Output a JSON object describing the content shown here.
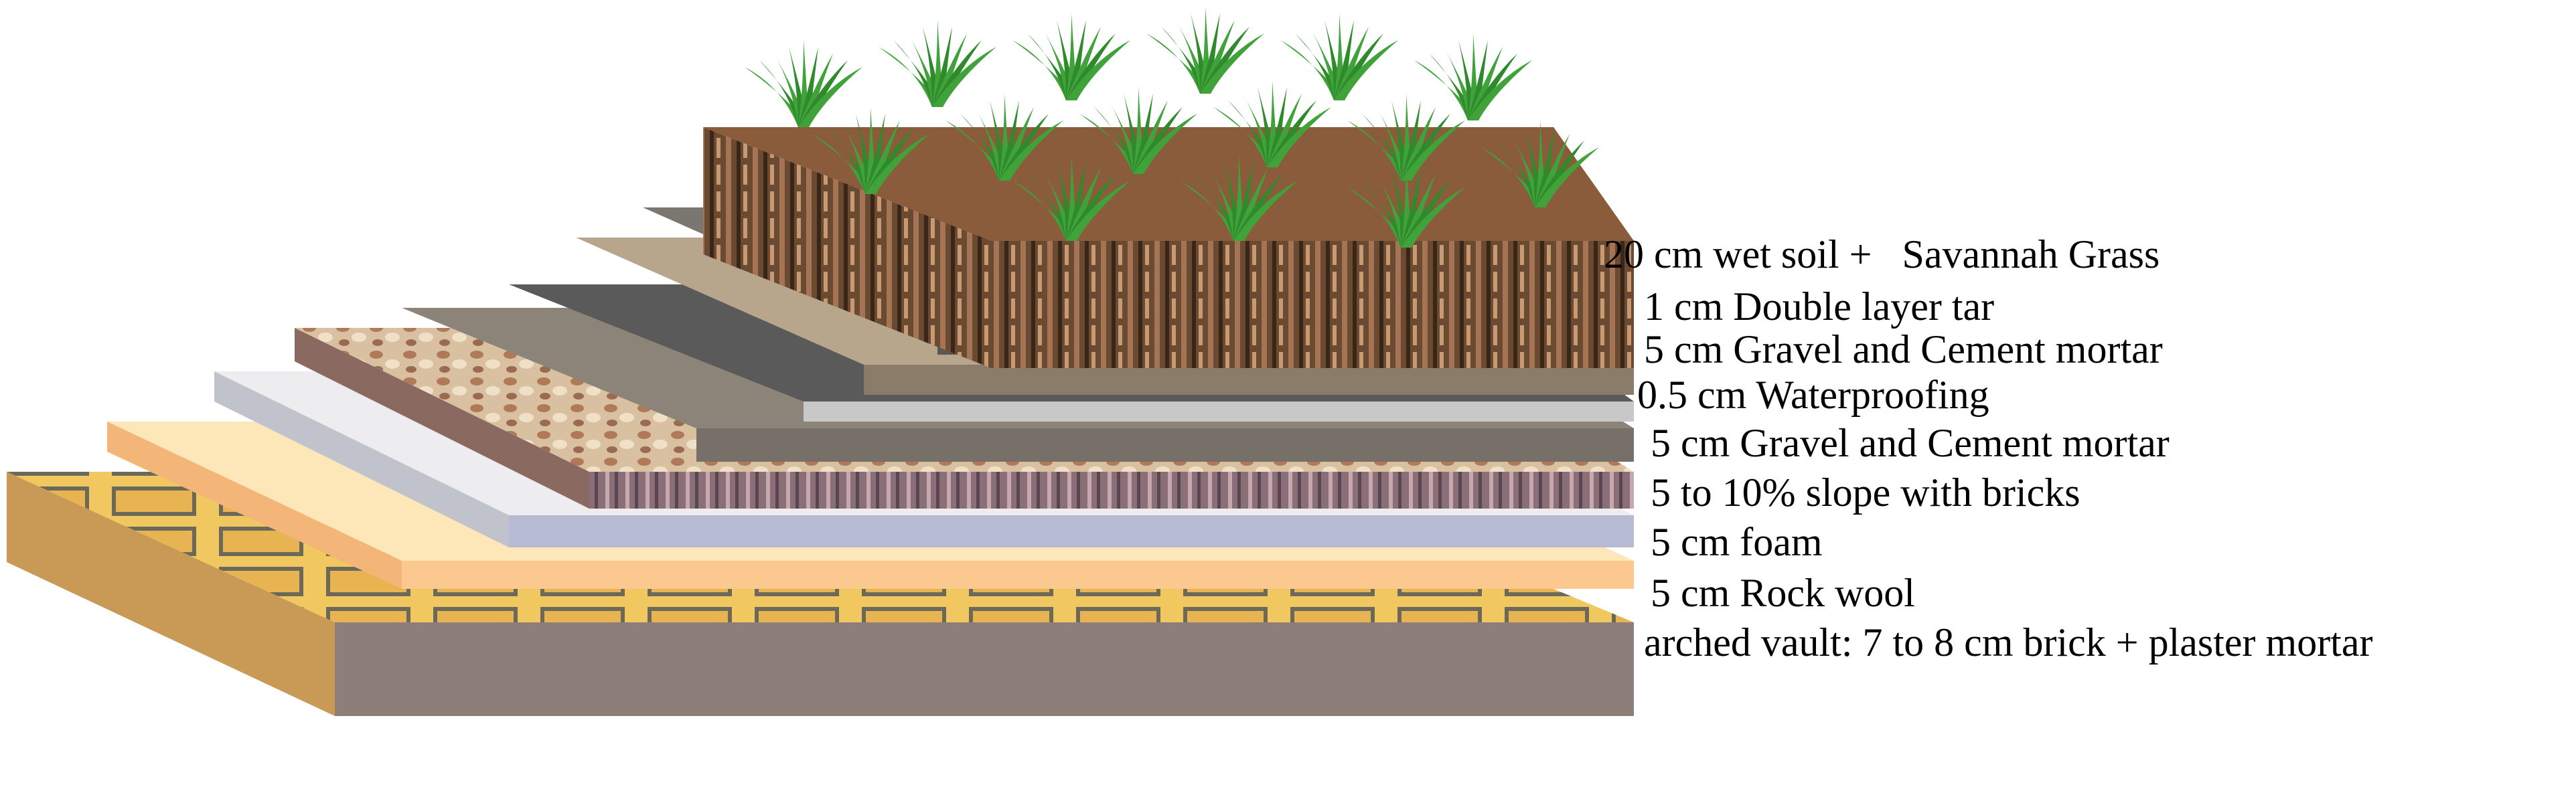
{
  "diagram": {
    "subject": "green roof cross-section",
    "layers": [
      {
        "id": "soil",
        "label": "20 cm wet soil +   Savannah Grass",
        "color": "#6b4a32"
      },
      {
        "id": "tar",
        "label": "1 cm Double layer tar",
        "color": "#6e6a64"
      },
      {
        "id": "gravel-top",
        "label": "5 cm Gravel and Cement mortar",
        "color": "#a08f78"
      },
      {
        "id": "waterproofing",
        "label": "0.5 cm Waterproofing",
        "color": "#4a4a4a"
      },
      {
        "id": "gravel-mid",
        "label": "5 cm Gravel and Cement mortar",
        "color": "#8c8478"
      },
      {
        "id": "slope",
        "label": "5 to 10% slope with bricks",
        "color": "#b08a70"
      },
      {
        "id": "foam",
        "label": "5 cm foam",
        "color": "#b4b8cc"
      },
      {
        "id": "rockwool",
        "label": "5 cm Rock wool",
        "color": "#fcd9a0"
      },
      {
        "id": "vault",
        "label": "arched vault: 7 to 8 cm brick + plaster mortar",
        "color": "#d9b260"
      }
    ],
    "grass_color": "#3fa33a"
  }
}
